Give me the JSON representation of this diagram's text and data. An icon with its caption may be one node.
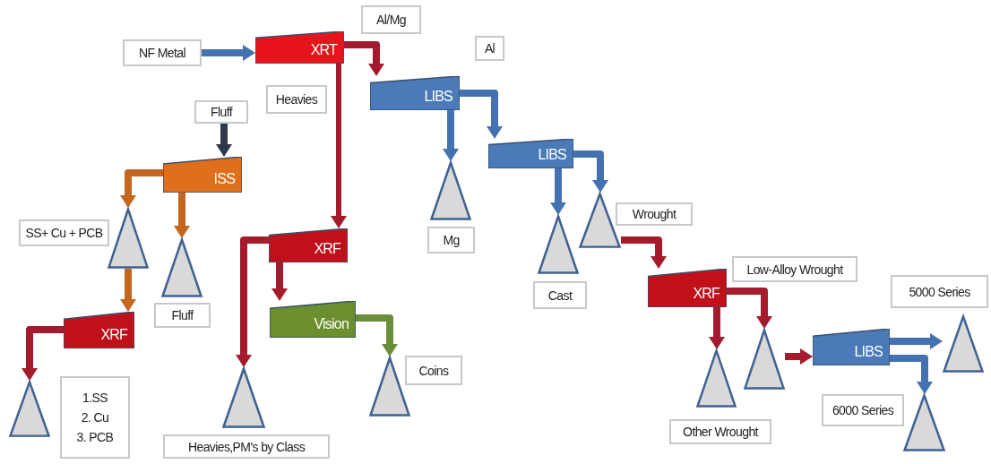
{
  "diagram": {
    "nodes": [
      {
        "text": [
          "NF Metal"
        ]
      },
      {
        "text": [
          "XRT"
        ]
      },
      {
        "text": [
          "LIBS"
        ]
      },
      {
        "text": [
          "Fluff"
        ]
      },
      {
        "text": [
          "ISS"
        ]
      },
      {
        "text": [
          "LIBS"
        ]
      },
      {
        "text": [],
        "shape": "triangle"
      },
      {
        "text": [],
        "shape": "triangle"
      },
      {
        "text": [],
        "shape": "triangle"
      },
      {
        "text": [
          "XRF"
        ]
      },
      {
        "text": [],
        "shape": "triangle"
      },
      {
        "text": [],
        "shape": "triangle"
      },
      {
        "text": [
          "Vision"
        ]
      },
      {
        "text": [
          "XRF"
        ]
      },
      {
        "text": [
          "XRF"
        ]
      },
      {
        "text": [],
        "shape": "triangle"
      },
      {
        "text": [],
        "shape": "triangle"
      },
      {
        "text": [],
        "shape": "triangle"
      },
      {
        "text": [],
        "shape": "triangle"
      },
      {
        "text": [
          "LIBS"
        ]
      },
      {
        "text": [],
        "shape": "triangle"
      },
      {
        "text": [],
        "shape": "triangle"
      },
      {
        "text": [],
        "shape": "triangle"
      },
      {
        "text": [
          "Al/Mg"
        ]
      },
      {
        "text": [
          "Heavies"
        ]
      },
      {
        "text": [
          "Al"
        ]
      },
      {
        "text": [
          "Mg"
        ]
      },
      {
        "text": [
          "SS+ Cu + PCB"
        ]
      },
      {
        "text": [
          "Fluff"
        ]
      },
      {
        "text": [
          "Cast"
        ]
      },
      {
        "text": [
          "Wrought"
        ]
      },
      {
        "text": [
          "Heavies,PM's by Class"
        ]
      },
      {
        "text": [
          "Coins"
        ]
      },
      {
        "text": [
          "Other Wrought"
        ]
      },
      {
        "text": [
          "Low-Alloy Wrought"
        ]
      },
      {
        "text": [
          "5000 Series"
        ]
      },
      {
        "text": [
          "6000 Series"
        ]
      },
      {
        "text": [
          "1.SS",
          "2. Cu",
          "3. PCB"
        ]
      }
    ],
    "edges": [
      {
        "from": 0,
        "to": 1,
        "arrow": "to",
        "color": "#4472b0"
      },
      {
        "from": 1,
        "to": 2,
        "arrow": "to"
      },
      {
        "from": 1,
        "to": 9,
        "arrow": "to"
      },
      {
        "from": 2,
        "to": 6,
        "arrow": "to",
        "color": "#4472b0"
      },
      {
        "from": 2,
        "to": 5,
        "arrow": "to",
        "color": "#4472b0"
      },
      {
        "from": 3,
        "to": 4,
        "arrow": "to",
        "color": "#2e3a4c"
      },
      {
        "from": 4,
        "to": 7,
        "arrow": "to",
        "color": "#c4661e"
      },
      {
        "from": 4,
        "to": 8,
        "arrow": "to",
        "color": "#c4661e"
      },
      {
        "from": 5,
        "to": 10,
        "arrow": "to",
        "color": "#4472b0"
      },
      {
        "from": 5,
        "to": 11,
        "arrow": "to",
        "color": "#4472b0"
      },
      {
        "from": 7,
        "to": 13,
        "arrow": "to",
        "color": "#c4661e"
      },
      {
        "from": 9,
        "to": 12,
        "arrow": "to"
      },
      {
        "from": 9,
        "to": 15,
        "arrow": "to"
      },
      {
        "from": 12,
        "to": 16,
        "arrow": "to",
        "color": "#6b8e3a"
      },
      {
        "from": 13,
        "to": 22,
        "arrow": "to"
      },
      {
        "from": 11,
        "to": 14,
        "arrow": "to"
      },
      {
        "from": 14,
        "to": 17,
        "arrow": "to"
      },
      {
        "from": 14,
        "to": 18,
        "arrow": "to"
      },
      {
        "from": 18,
        "to": 19,
        "arrow": "to"
      },
      {
        "from": 19,
        "to": 20,
        "arrow": "to",
        "color": "#4472b0"
      },
      {
        "from": 19,
        "to": 21,
        "arrow": "to",
        "color": "#4472b0"
      }
    ]
  }
}
